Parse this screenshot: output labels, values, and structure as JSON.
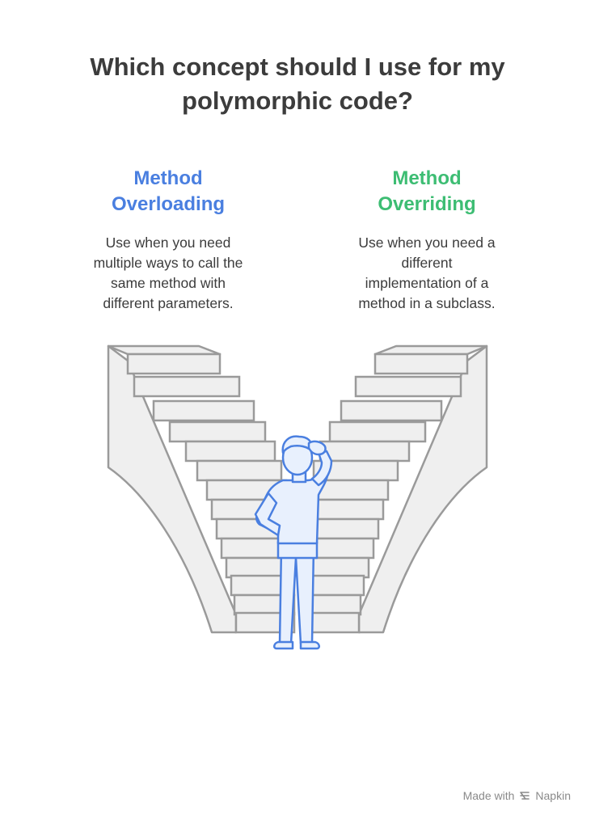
{
  "title": {
    "line1": "Which concept should I use for my",
    "line2": "polymorphic code?"
  },
  "options": [
    {
      "title_line1": "Method",
      "title_line2": "Overloading",
      "color": "#4a7fe0",
      "desc": [
        "Use when you need",
        "multiple ways to call the",
        "same method with",
        "different parameters."
      ]
    },
    {
      "title_line1": "Method",
      "title_line2": "Overriding",
      "color": "#3dbd73",
      "desc": [
        "Use when you need a",
        "different",
        "implementation of a",
        "method in a subclass."
      ]
    }
  ],
  "illustration": {
    "stair_fill": "#efefef",
    "stair_stroke": "#9a9a9a",
    "person_stroke": "#4a7fe0",
    "person_fill": "#e8f0fd"
  },
  "footer": {
    "made_with": "Made with",
    "brand": "Napkin",
    "brand_icon": "napkin-logo-icon"
  }
}
